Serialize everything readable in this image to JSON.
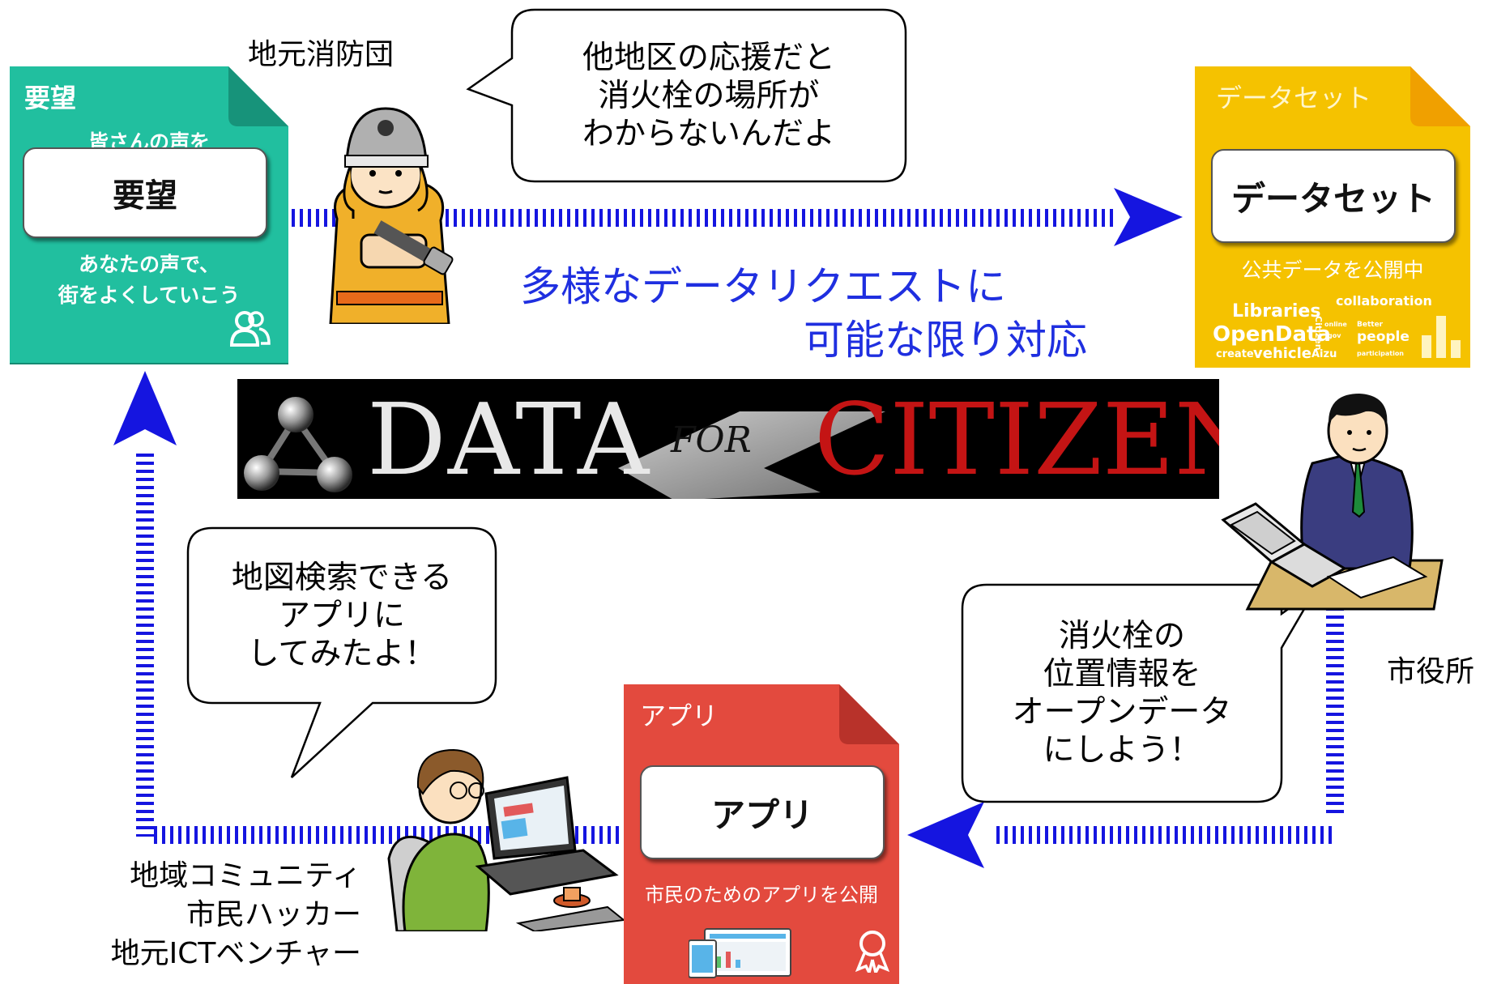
{
  "labels": {
    "fire_brigade": "地元消防団",
    "city_hall": "市役所",
    "community": "地域コミュニティ\n市民ハッカー\n地元ICTベンチャー"
  },
  "bubbles": {
    "fire_brigade": "他地区の応援だと\n消火栓の場所が\nわからないんだよ",
    "community": "地図検索できる\nアプリに\nしてみたよ！",
    "city_hall": "消火栓の\n位置情報を\nオープンデータ\nにしよう！"
  },
  "headline": {
    "line1": "多様なデータリクエストに",
    "line2": "可能な限り対応"
  },
  "logo": {
    "word_left": "DATA",
    "word_middle": "FOR",
    "word_right": "CITIZEN"
  },
  "cards": {
    "request": {
      "header": "要望",
      "subtitle": "皆さんの声を",
      "title": "要望",
      "body": "あなたの声で、\n街をよくしていこう",
      "icon": "people-icon",
      "color": "#21bf9f"
    },
    "dataset": {
      "header": "データセット",
      "title": "データセット",
      "body": "公共データを公開中",
      "word_cloud": [
        "Libraries",
        "collaboration",
        "OpenData",
        "Citizen",
        "online",
        "gov",
        "Better",
        "people",
        "create",
        "vehicle",
        "Aizu",
        "participation"
      ],
      "icon": "bar-chart-icon",
      "color": "#f5c200"
    },
    "app": {
      "header": "アプリ",
      "title": "アプリ",
      "body": "市民のためのアプリを公開",
      "icon": "award-icon",
      "color": "#e34a3e"
    }
  },
  "colors": {
    "arrow": "#1515e0",
    "headline": "#1f2fe0"
  }
}
